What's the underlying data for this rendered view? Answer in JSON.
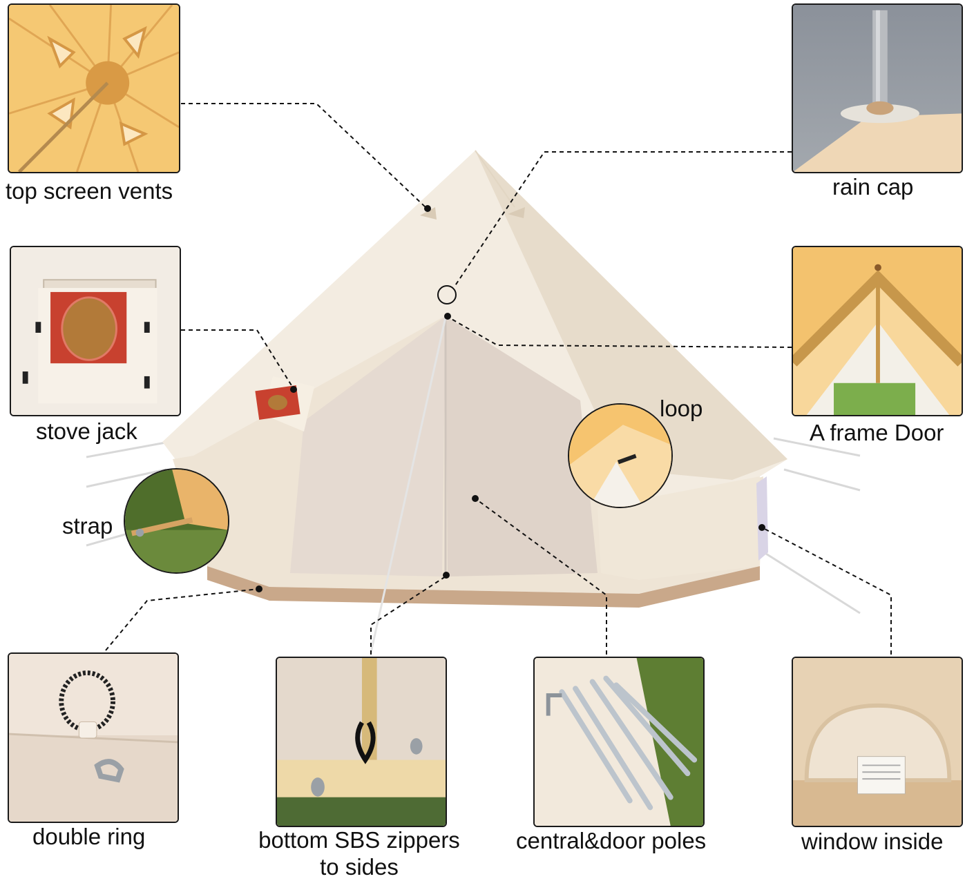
{
  "labels": {
    "top_vents": "top screen vents",
    "rain_cap": "rain cap",
    "stove_jack": "stove jack",
    "a_frame_door": "A frame Door",
    "loop": "loop",
    "strap": "strap",
    "double_ring": "double ring",
    "bottom_zippers_line1": "bottom SBS zippers",
    "bottom_zippers_line2": "to sides",
    "poles": "central&door poles",
    "window_inside": "window inside"
  },
  "colors": {
    "canvas": "#f3ece1",
    "canvas_shadow": "#e2d6c3",
    "base_band": "#c9a88a",
    "mesh": "#e6dcd2",
    "interior_glow": "#f3c26e",
    "stove_red": "#c8412f",
    "grass": "#5b7a35"
  }
}
